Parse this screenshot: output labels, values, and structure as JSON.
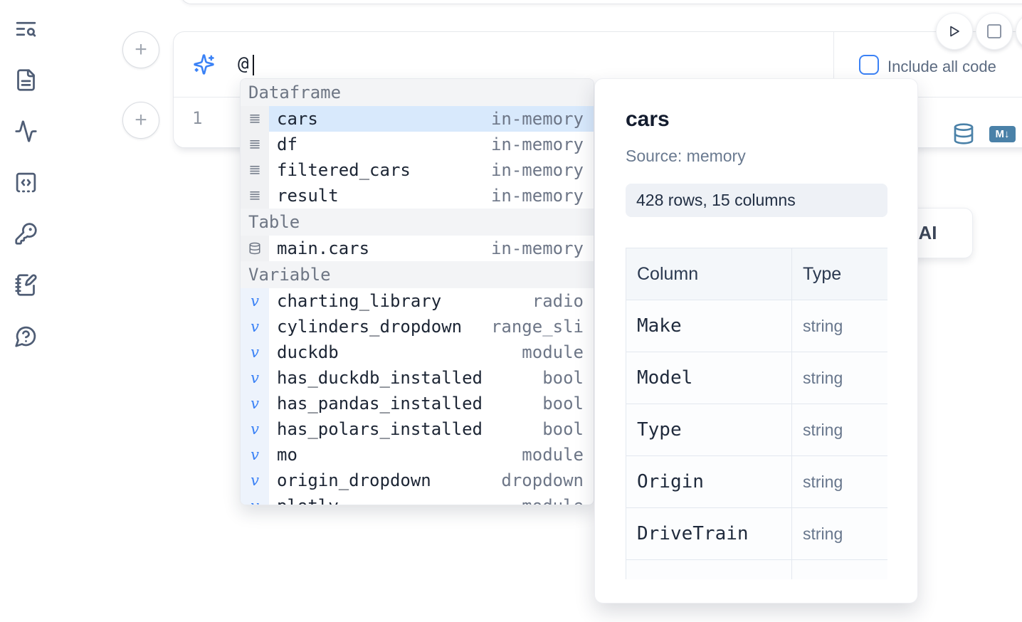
{
  "sidebar": {
    "items": [
      {
        "icon": "text-search-icon"
      },
      {
        "icon": "file-text-icon"
      },
      {
        "icon": "activity-icon"
      },
      {
        "icon": "snippets-code-icon"
      },
      {
        "icon": "key-icon"
      },
      {
        "icon": "scratchpad-notebook-icon"
      },
      {
        "icon": "help-chat-icon"
      }
    ]
  },
  "toolbar": {
    "include_all_code_label": "Include all code",
    "run_icon": "play-icon",
    "stop_icon": "stop-icon"
  },
  "editor": {
    "prompt_value": "@",
    "line_number": "1",
    "markdown_badge": "M↓",
    "sql_icon": "database-icon",
    "sparkle_icon": "sparkles-icon"
  },
  "ai_button": {
    "label": "AI"
  },
  "autocomplete": {
    "sections": [
      {
        "label": "Dataframe",
        "icon": "rows-icon",
        "items": [
          {
            "name": "cars",
            "type": "in-memory",
            "selected": true
          },
          {
            "name": "df",
            "type": "in-memory"
          },
          {
            "name": "filtered_cars",
            "type": "in-memory"
          },
          {
            "name": "result",
            "type": "in-memory"
          }
        ]
      },
      {
        "label": "Table",
        "icon": "database-icon",
        "items": [
          {
            "name": "main.cars",
            "type": "in-memory"
          }
        ]
      },
      {
        "label": "Variable",
        "icon": "variable-icon",
        "items": [
          {
            "name": "charting_library",
            "type": "radio"
          },
          {
            "name": "cylinders_dropdown",
            "type": "range_sli"
          },
          {
            "name": "duckdb",
            "type": "module"
          },
          {
            "name": "has_duckdb_installed",
            "type": "bool"
          },
          {
            "name": "has_pandas_installed",
            "type": "bool"
          },
          {
            "name": "has_polars_installed",
            "type": "bool"
          },
          {
            "name": "mo",
            "type": "module"
          },
          {
            "name": "origin_dropdown",
            "type": "dropdown"
          },
          {
            "name": "plotly",
            "type": "module"
          }
        ]
      }
    ]
  },
  "preview": {
    "title": "cars",
    "source": "Source: memory",
    "shape": "428 rows, 15 columns",
    "table": {
      "headers": [
        "Column",
        "Type"
      ],
      "rows": [
        [
          "Make",
          "string"
        ],
        [
          "Model",
          "string"
        ],
        [
          "Type",
          "string"
        ],
        [
          "Origin",
          "string"
        ],
        [
          "DriveTrain",
          "string"
        ]
      ]
    }
  },
  "colors": {
    "accent_blue": "#3b82f6",
    "steel_blue_icon": "#4a81a8",
    "selection_blue": "#d8e9fc",
    "icon_slate": "#4f5d75",
    "badge_bg": "#eef1f6"
  }
}
